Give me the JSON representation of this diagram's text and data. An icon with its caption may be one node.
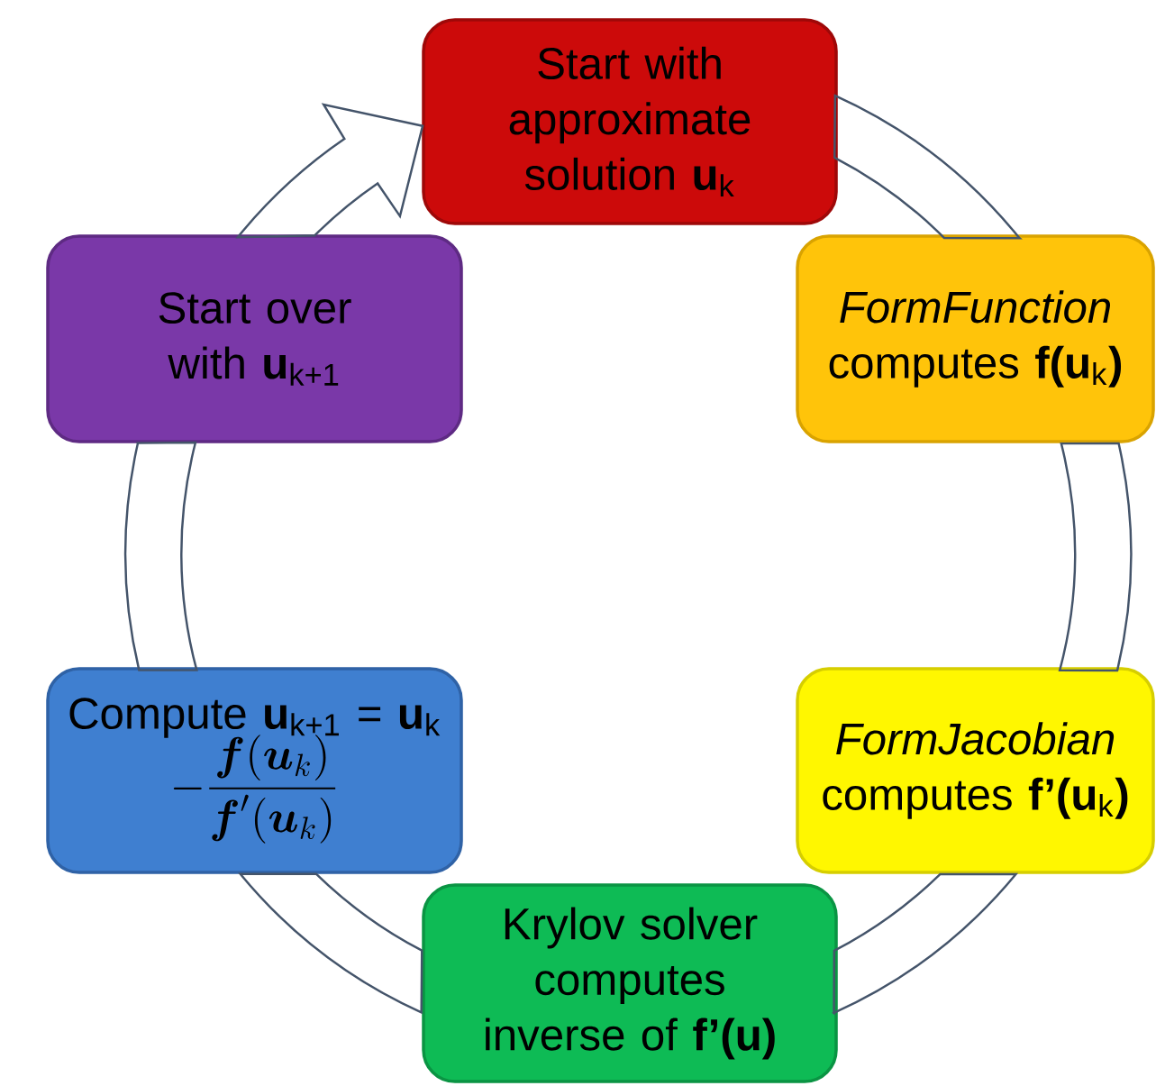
{
  "diagram": {
    "nodes": [
      {
        "text": [
          "Start with approximate solution **u**$_{k}$"
        ]
      },
      {
        "text": [
          "*FormFunction* computes **f(u**$_{k}$**)**"
        ]
      },
      {
        "text": [
          "*FormJacobian* computes **f’(u**$_{k}$**)**"
        ]
      },
      {
        "text": [
          "Krylov solver computes inverse of **f’(u)**"
        ]
      },
      {
        "text": [
          "Compute **u**$_{k+1}$ = **u**$_{k}$",
          "-\\frac{\\boldsymbol{f}(\\boldsymbol{u}_k)}{\\boldsymbol{f}'(\\boldsymbol{u}_k)}"
        ]
      },
      {
        "text": [
          "Start over with **u**$_{k+1}$"
        ]
      }
    ],
    "edges": [
      {
        "from": 0,
        "to": 1,
        "arrow": "none"
      },
      {
        "from": 1,
        "to": 2,
        "arrow": "none"
      },
      {
        "from": 2,
        "to": 3,
        "arrow": "none"
      },
      {
        "from": 3,
        "to": 4,
        "arrow": "none"
      },
      {
        "from": 4,
        "to": 5,
        "arrow": "none"
      },
      {
        "from": 5,
        "to": 0,
        "arrow": "to"
      }
    ]
  }
}
